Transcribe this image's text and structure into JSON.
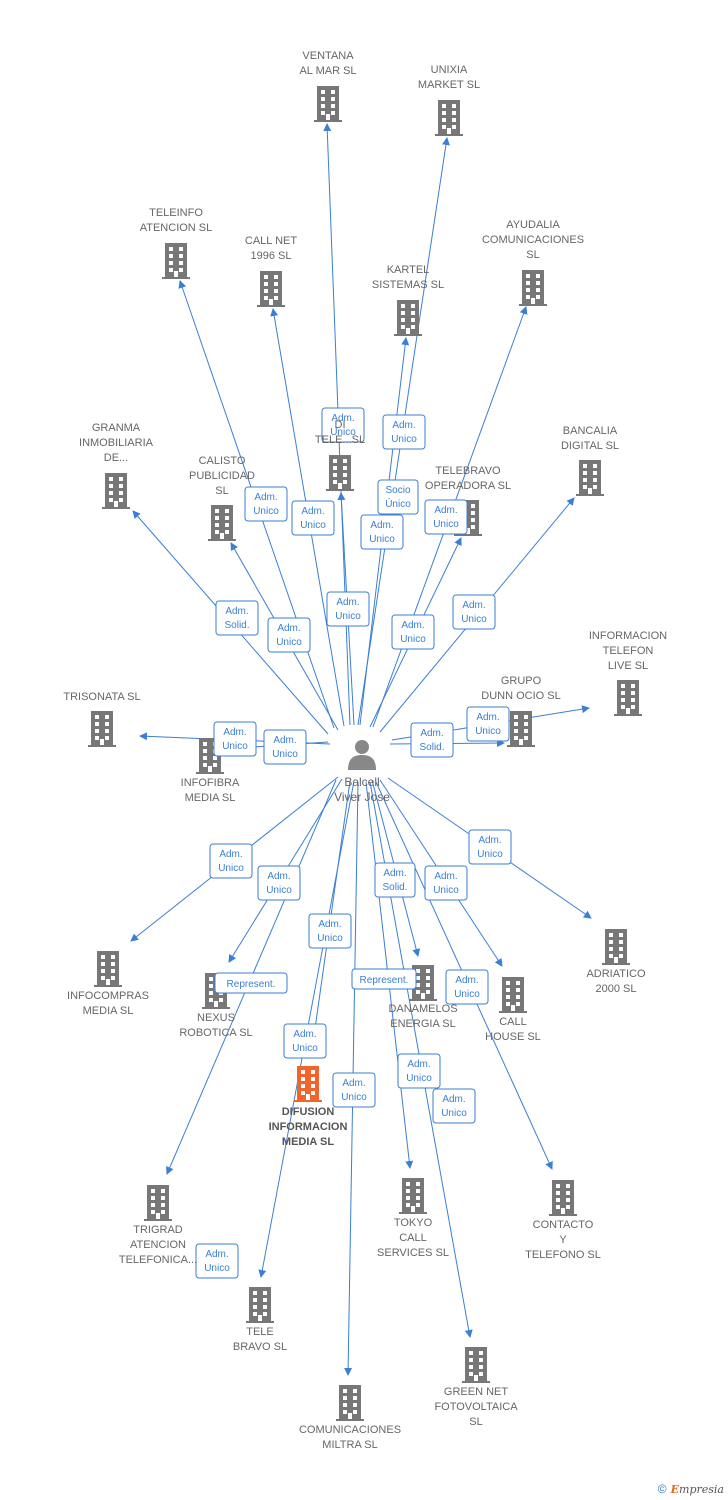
{
  "colors": {
    "edge": "#3a7fd5",
    "building": "#777777",
    "building_highlight": "#f2642a",
    "label": "#666666",
    "badge_border": "#3a7fd5",
    "badge_text": "#3a7fd5",
    "person": "#888888"
  },
  "person": {
    "name": "Balcell\nViver Jose",
    "icon": "person-icon"
  },
  "companies": [
    {
      "id": "ventana",
      "name": "VENTANA\nAL MAR SL"
    },
    {
      "id": "unixia",
      "name": "UNIXIA\nMARKET  SL"
    },
    {
      "id": "teleinfo",
      "name": "TELEINFO\nATENCION  SL"
    },
    {
      "id": "callnet",
      "name": "CALL NET\n1996  SL"
    },
    {
      "id": "ayudalia",
      "name": "AYUDALIA\nCOMUNICACIONES\nSL"
    },
    {
      "id": "kartel",
      "name": "KARTEL\nSISTEMAS  SL"
    },
    {
      "id": "granma",
      "name": "GRANMA\nINMOBILIARIA\nDE..."
    },
    {
      "id": "calisto",
      "name": "CALISTO\nPUBLICIDAD\nSL"
    },
    {
      "id": "di",
      "name": "DI\nTELE...SL"
    },
    {
      "id": "telebravo_op",
      "name": "TELEBRAVO\nOPERADORA SL"
    },
    {
      "id": "bancalia",
      "name": "BANCALIA\nDIGITAL  SL"
    },
    {
      "id": "infotel",
      "name": "INFORMACION\nTELEFON\nLIVE  SL"
    },
    {
      "id": "grupo",
      "name": "GRUPO\nDUNN OCIO  SL"
    },
    {
      "id": "trisonata",
      "name": "TRISONATA  SL"
    },
    {
      "id": "infofibra",
      "name": "INFOFIBRA\nMEDIA  SL"
    },
    {
      "id": "infocompras",
      "name": "INFOCOMPRAS\nMEDIA  SL"
    },
    {
      "id": "nexus",
      "name": "NEXUS\nROBOTICA  SL"
    },
    {
      "id": "difusion",
      "name": "DIFUSION\nINFORMACION\nMEDIA  SL"
    },
    {
      "id": "danamelos",
      "name": "DANAMELOS\nENERGIA  SL"
    },
    {
      "id": "callhouse",
      "name": "CALL\nHOUSE SL"
    },
    {
      "id": "adriatico",
      "name": "ADRIATICO\n2000 SL"
    },
    {
      "id": "trigrad",
      "name": "TRIGRAD\nATENCION\nTELEFONICA..."
    },
    {
      "id": "tele_bravo",
      "name": "TELE\nBRAVO SL"
    },
    {
      "id": "tokyo",
      "name": "TOKYO\nCALL\nSERVICES  SL"
    },
    {
      "id": "contacto",
      "name": "CONTACTO\nY\nTELEFONO  SL"
    },
    {
      "id": "miltra",
      "name": "COMUNICACIONES\nMILTRA  SL"
    },
    {
      "id": "greennet",
      "name": "GREEN NET\nFOTOVOLTAICA\nSL"
    }
  ],
  "badges": [
    "Adm.\nUnico",
    "Adm.\nUnico",
    "Adm.\nUnico",
    "Socio\nÚnico",
    "Adm.\nUnico",
    "Adm.\nUnico",
    "Adm.\nUnico",
    "Adm.\nUnico",
    "Adm.\nSolid.",
    "Adm.\nUnico",
    "Adm.\nUnico",
    "Adm.\nUnico",
    "Adm.\nUnico",
    "Adm.\nUnico",
    "Adm.\nSolid.",
    "Adm.\nUnico",
    "Adm.\nUnico",
    "Adm.\nUnico",
    "Adm.\nUnico",
    "Adm.\nSolid.",
    "Adm.\nUnico",
    "Adm.\nUnico",
    "Represent.",
    "Represent.",
    "Adm.\nUnico",
    "Adm.\nUnico",
    "Adm.\nUnico",
    "Adm.\nUnico",
    "Adm.\nUnico",
    "Adm.\nUnico"
  ],
  "footer": {
    "copyright": "©",
    "brand_first": "E",
    "brand_rest": "mpresia"
  }
}
